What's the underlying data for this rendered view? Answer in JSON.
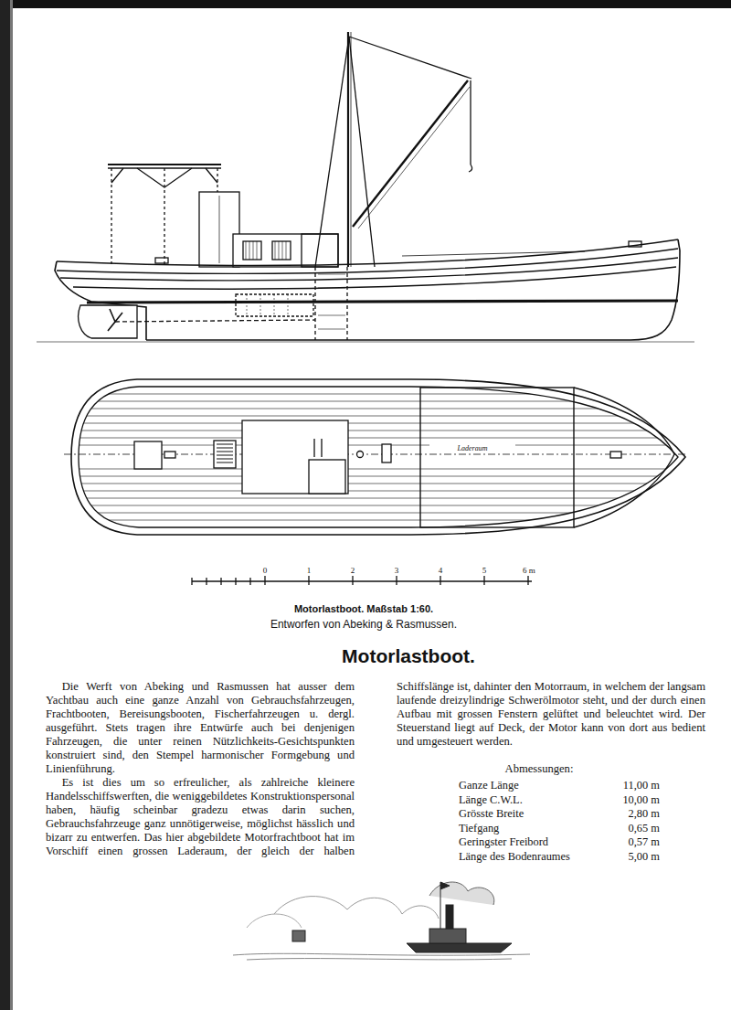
{
  "diagram": {
    "title": "Motorlastboot.",
    "caption": "Motorlastboot. Maßstab 1:60.",
    "labels": [
      "Laderaum",
      "0",
      "1",
      "2",
      "3",
      "4",
      "5",
      "6 m",
      "Entworfen von Abeking & Rasmussen.",
      "Die Werft von Abeking und Rasmussen hat ausser dem Yachtbau auch eine ganze Anzahl von Gebrauchsfahrzeugen, Frachtbooten, Bereisungsbooten, Fischerfahrzeugen u. dergl. ausgeführt. Stets tragen ihre Entwürfe auch bei denjenigen Fahrzeugen, die unter reinen Nützlichkeits-Gesichtspunkten konstruiert sind, den Stempel harmonischer Formgebung und Linienführung.",
      "Es ist dies um so erfreulicher, als zahlreiche kleinere Handelsschiffswerften, die weniggebildetes Konstruktionspersonal haben, häufig scheinbar gradezu etwas darin suchen, Gebrauchsfahrzeuge ganz unnötigerweise, möglichst hässlich und bizarr zu entwerfen. Das hier abgebildete Motorfrachtboot hat im Vorschiff einen grossen Laderaum, der gleich der halben Schiffslänge ist, dahinter den Motorraum, in welchem der langsam laufende dreizylindrige Schwerölmotor steht, und der durch einen Aufbau mit grossen Fenstern gelüftet und beleuchtet wird. Der Steuerstand liegt auf Deck, der Motor kann von dort aus bedient und umgesteuert werden.",
      "Abmessungen:",
      "Ganze Länge",
      "11,00 m",
      "Länge C.W.L.",
      "10,00 m",
      "Grösste Breite",
      "2,80 m",
      "Tiefgang",
      "0,65 m",
      "Geringster Freibord",
      "0,57 m",
      "Länge des Bodenraumes",
      "5,00 m"
    ]
  }
}
